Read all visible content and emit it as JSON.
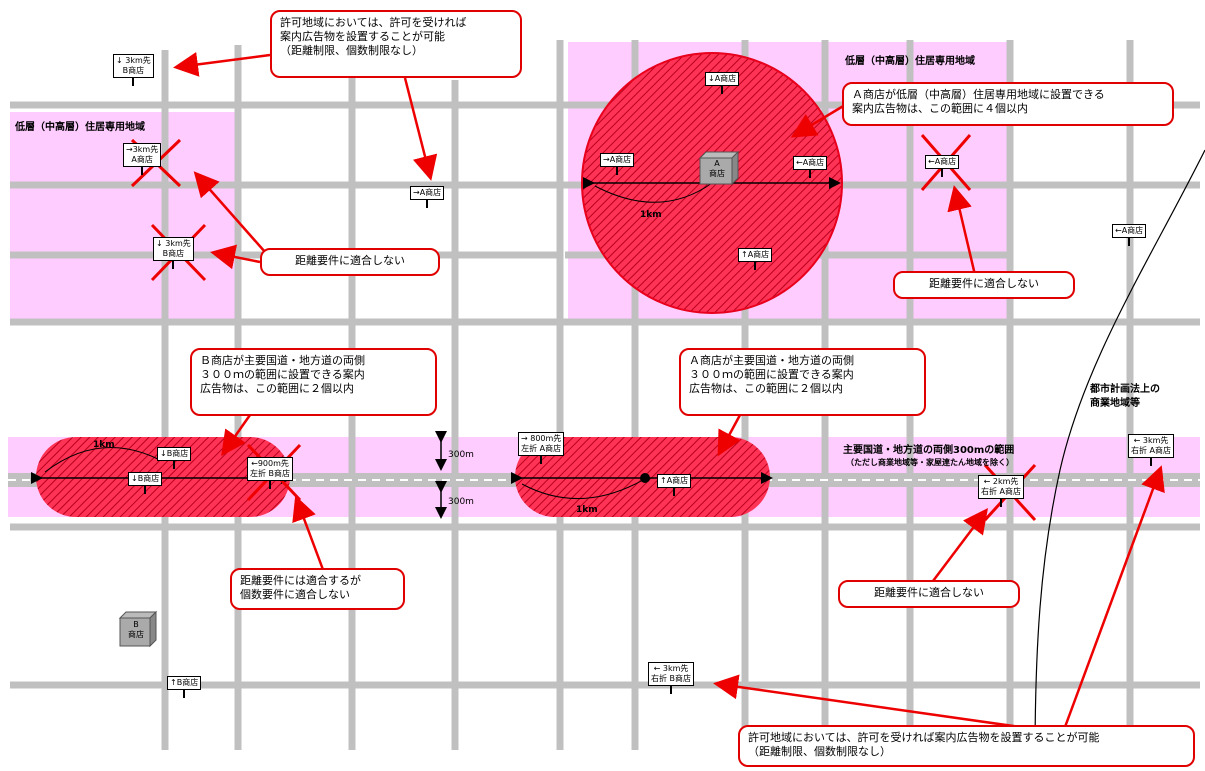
{
  "zones": {
    "low_rise_left": "低層（中高層）住居専用地域",
    "low_rise_right": "低層（中高層）住居専用地域",
    "commercial": "都市計画法上の\n商業地域等",
    "main_road": "主要国道・地方道の両側300mの範囲",
    "main_road_note": "（ただし商業地域等・家屋連たん地域を除く）"
  },
  "callouts": {
    "top_permit": "許可地域においては、許可を受ければ\n案内広告物を設置することが可能\n（距離制限、個数制限なし）",
    "a_lowrise": "Ａ商店が低層（中高層）住居専用地域に設置できる\n案内広告物は、この範囲に４個以内",
    "dist_left": "距離要件に適合しない",
    "dist_right": "距離要件に適合しない",
    "b_road": "Ｂ商店が主要国道・地方道の両側\n３００ｍの範囲に設置できる案内\n広告物は、この範囲に２個以内",
    "a_road": "Ａ商店が主要国道・地方道の両側\n３００ｍの範囲に設置できる案内\n広告物は、この範囲に２個以内",
    "dist_count": "距離要件には適合するが\n個数要件に適合しない",
    "dist_bottom_right": "距離要件に適合しない",
    "bottom_permit": "許可地域においては、許可を受ければ案内広告物を設置することが可能\n（距離制限、個数制限なし）"
  },
  "signs": {
    "s1": "↓ 3km先\nB商店",
    "s2": "→3km先\nA商店",
    "s3": "↓ 3km先\nB商店",
    "s4": "→A商店",
    "s5": "↓A商店",
    "s6": "→A商店",
    "s7": "←A商店",
    "s8": "←A商店",
    "s9": "↑A商店",
    "s10": "←A商店",
    "s11": "↓B商店",
    "s12": "↓B商店",
    "s13": "←900m先\n左折 B商店",
    "s14": "→ 800m先\n左折 A商店",
    "s15": "↑A商店",
    "s16": "← 2km先\n右折 A商店",
    "s17": "← 3km先\n右折 A商店",
    "s18": "↑B商店",
    "s19": "← 3km先\n右折 B商店"
  },
  "shops": {
    "a": "A\n商店",
    "b": "B\n商店"
  },
  "measures": {
    "r1": "1km",
    "r2": "1km",
    "r3": "1km",
    "h1": "300m",
    "h2": "300m"
  },
  "colors": {
    "zone_pink": "#ffccff",
    "hatch_red": "#e8001c",
    "road_gray": "#c0c0c0",
    "callout_border": "#e00000"
  }
}
